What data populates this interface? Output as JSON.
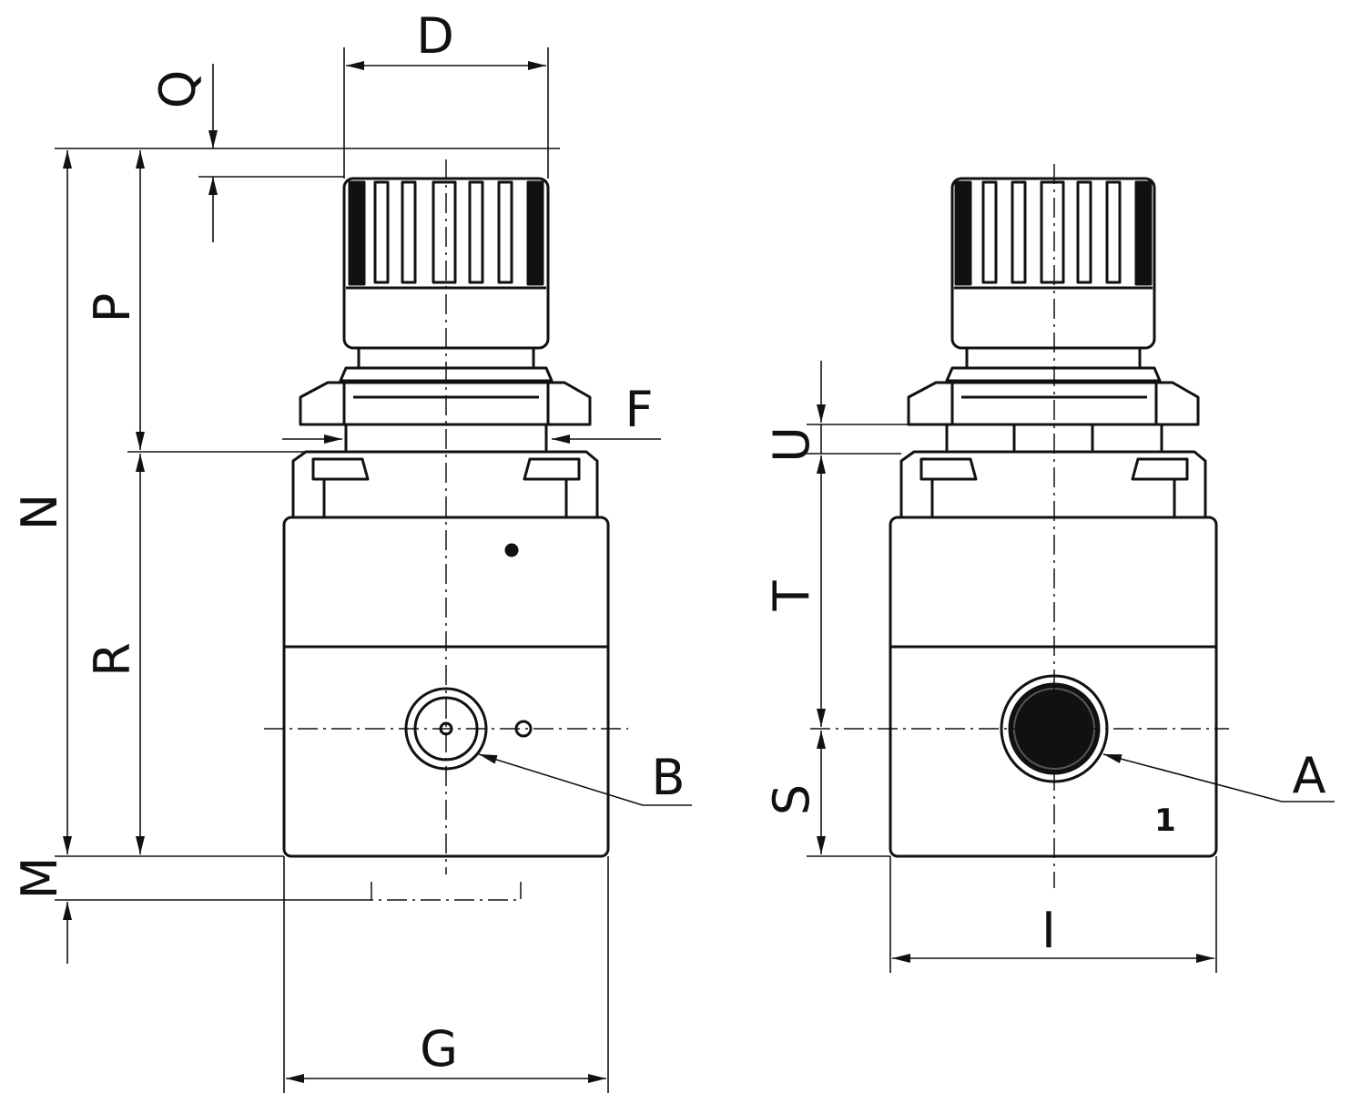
{
  "labels": {
    "D": "D",
    "Q": "Q",
    "P": "P",
    "N": "N",
    "R": "R",
    "M": "M",
    "F": "F",
    "B": "B",
    "G": "G",
    "U": "U",
    "T": "T",
    "S": "S",
    "A": "A",
    "I": "I",
    "port_number": "1"
  }
}
